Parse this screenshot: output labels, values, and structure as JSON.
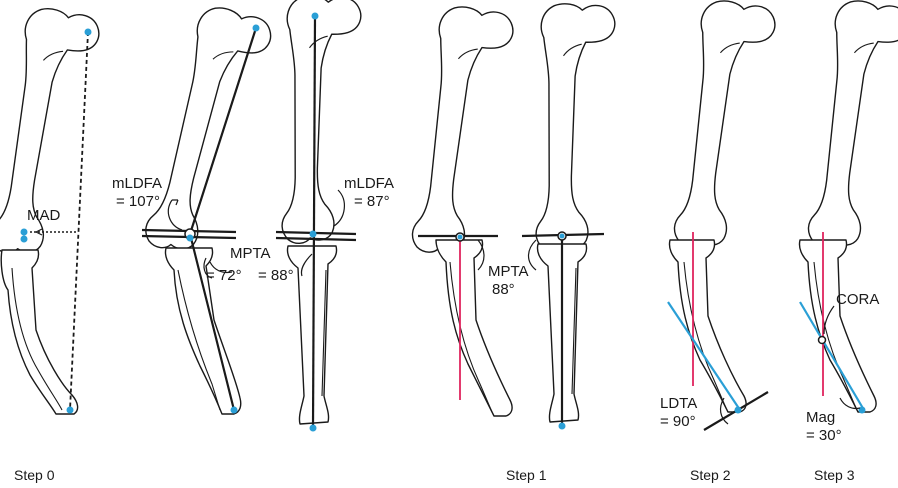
{
  "labels": {
    "mad": "MAD",
    "mldfa_a": "mLDFA",
    "mldfa_a_value": "= 107°",
    "mpta_a": "MPTA",
    "mpta_a_value1": "= 72°",
    "mpta_a_value2": "= 88°",
    "mldfa_b": "mLDFA",
    "mldfa_b_value": "= 87°",
    "mpta_b": "MPTA",
    "mpta_b_value": "88°",
    "ldta": "LDTA",
    "ldta_value": "= 90°",
    "cora": "CORA",
    "mag": "Mag",
    "mag_value": "= 30°"
  },
  "steps": [
    "Step 0",
    "Step 1",
    "Step 2",
    "Step 3"
  ],
  "colors": {
    "axis_dot": "#2a9fd6",
    "tibial_axis": "#e0245e",
    "deformity_axis": "#2a9fd6",
    "outline": "#1a1a1a"
  }
}
